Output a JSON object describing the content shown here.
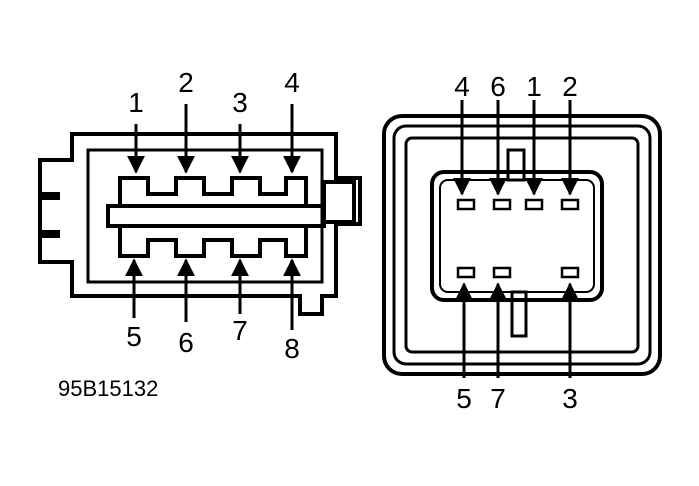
{
  "figure_code": "95B15132",
  "colors": {
    "ink": "#000000",
    "paper": "#ffffff"
  },
  "left_connector": {
    "top_labels": [
      "1",
      "2",
      "3",
      "4"
    ],
    "bottom_labels": [
      "5",
      "6",
      "7",
      "8"
    ]
  },
  "right_connector": {
    "top_labels": [
      "4",
      "6",
      "1",
      "2"
    ],
    "bottom_labels": [
      "5",
      "7",
      "3"
    ]
  }
}
